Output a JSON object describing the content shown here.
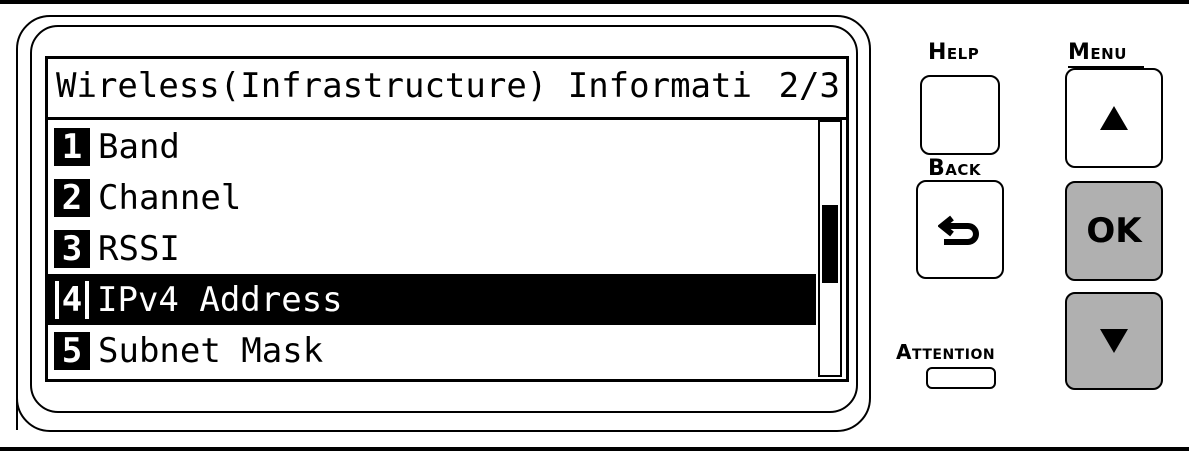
{
  "screen": {
    "title": "Wireless(Infrastructure) Informati",
    "page_indicator": "2/3",
    "items": [
      {
        "number": "1",
        "label": "Band",
        "selected": false
      },
      {
        "number": "2",
        "label": "Channel",
        "selected": false
      },
      {
        "number": "3",
        "label": "RSSI",
        "selected": false
      },
      {
        "number": "4",
        "label": "IPv4 Address",
        "selected": true
      },
      {
        "number": "5",
        "label": "Subnet Mask",
        "selected": false
      }
    ],
    "scroll_position": {
      "start_fraction": 0.33,
      "end_fraction": 0.64
    }
  },
  "panel": {
    "help_label": "Help",
    "back_label": "Back",
    "attention_label": "Attention",
    "menu_label": "Menu",
    "ok_label": "OK",
    "back_icon": "return-arrow-icon",
    "up_icon": "triangle-up-icon",
    "down_icon": "triangle-down-icon",
    "ok_button_color": "#b0b0b0",
    "down_button_color": "#b0b0b0"
  }
}
